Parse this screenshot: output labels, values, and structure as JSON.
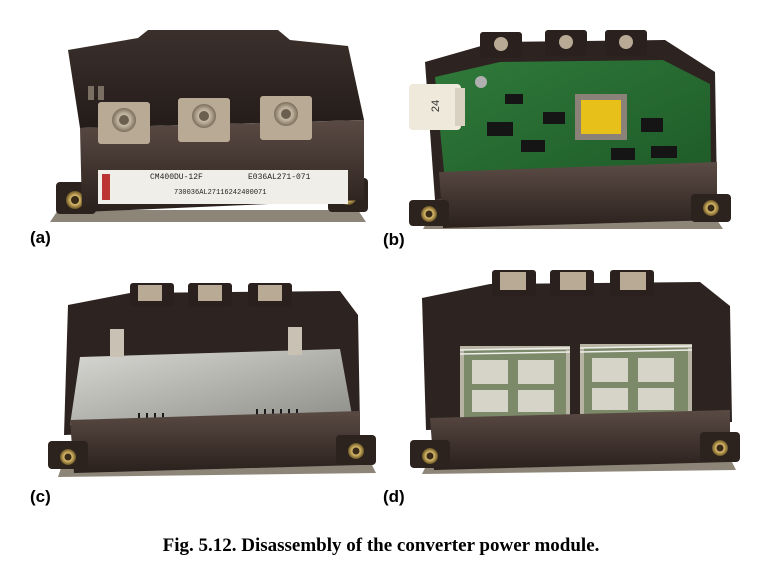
{
  "panels": [
    {
      "label": "(a)",
      "markings": [
        "CM400DU-12F",
        "E036AL271-071",
        "730036AL27116242400071"
      ]
    },
    {
      "label": "(b)",
      "connector_text": "24"
    },
    {
      "label": "(c)"
    },
    {
      "label": "(d)"
    }
  ],
  "caption": "Fig. 5.12. Disassembly of the converter power module."
}
